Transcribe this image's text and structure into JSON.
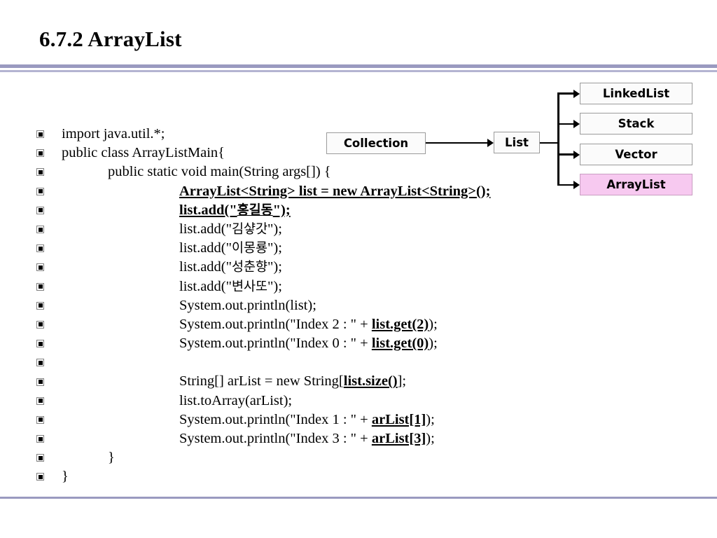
{
  "slide": {
    "title": "6.7.2 ArrayList"
  },
  "code": {
    "lines": [
      {
        "indent": 0,
        "segments": [
          {
            "text": "import java.util.*;",
            "style": "plain"
          }
        ]
      },
      {
        "indent": 0,
        "segments": [
          {
            "text": "public class ArrayListMain{",
            "style": "plain"
          }
        ]
      },
      {
        "indent": 1,
        "segments": [
          {
            "text": "public static void main(String args[]) {",
            "style": "plain"
          }
        ]
      },
      {
        "indent": 2,
        "segments": [
          {
            "text": "ArrayList<String> list = new ArrayList<String>();",
            "style": "highlight"
          }
        ]
      },
      {
        "indent": 2,
        "segments": [
          {
            "text": "list.add(\"",
            "style": "highlight"
          },
          {
            "text": "홍길동",
            "style": "highlight-korean"
          },
          {
            "text": "\");",
            "style": "highlight"
          }
        ]
      },
      {
        "indent": 2,
        "segments": [
          {
            "text": "list.add(\"",
            "style": "plain"
          },
          {
            "text": "김샿갓",
            "style": "korean"
          },
          {
            "text": "\");",
            "style": "plain"
          }
        ]
      },
      {
        "indent": 2,
        "segments": [
          {
            "text": "list.add(\"",
            "style": "plain"
          },
          {
            "text": "이몽룡",
            "style": "korean"
          },
          {
            "text": "\");",
            "style": "plain"
          }
        ]
      },
      {
        "indent": 2,
        "segments": [
          {
            "text": "list.add(\"",
            "style": "plain"
          },
          {
            "text": "성춘향",
            "style": "korean"
          },
          {
            "text": "\");",
            "style": "plain"
          }
        ]
      },
      {
        "indent": 2,
        "segments": [
          {
            "text": "list.add(\"",
            "style": "plain"
          },
          {
            "text": "변사또",
            "style": "korean"
          },
          {
            "text": "\");",
            "style": "plain"
          }
        ]
      },
      {
        "indent": 2,
        "segments": [
          {
            "text": "System.out.println(list);",
            "style": "plain"
          }
        ]
      },
      {
        "indent": 2,
        "segments": [
          {
            "text": "System.out.println(\"Index 2 : \" + ",
            "style": "plain"
          },
          {
            "text": "list.get(2)",
            "style": "highlight"
          },
          {
            "text": ");",
            "style": "plain"
          }
        ]
      },
      {
        "indent": 2,
        "segments": [
          {
            "text": "System.out.println(\"Index 0 : \" + ",
            "style": "plain"
          },
          {
            "text": "list.get(0)",
            "style": "highlight"
          },
          {
            "text": ");",
            "style": "plain"
          }
        ]
      },
      {
        "indent": 2,
        "segments": [
          {
            "text": "",
            "style": "plain"
          }
        ]
      },
      {
        "indent": 2,
        "segments": [
          {
            "text": "String[] arList = new String[",
            "style": "plain"
          },
          {
            "text": "list.size()",
            "style": "highlight"
          },
          {
            "text": "];",
            "style": "plain"
          }
        ]
      },
      {
        "indent": 2,
        "segments": [
          {
            "text": "list.toArray(arList);",
            "style": "plain"
          }
        ]
      },
      {
        "indent": 2,
        "segments": [
          {
            "text": "System.out.println(\"Index 1 : \" + ",
            "style": "plain"
          },
          {
            "text": "arList[1]",
            "style": "highlight"
          },
          {
            "text": ");",
            "style": "plain"
          }
        ]
      },
      {
        "indent": 2,
        "segments": [
          {
            "text": "System.out.println(\"Index 3 : \" + ",
            "style": "plain"
          },
          {
            "text": "arList[3]",
            "style": "highlight"
          },
          {
            "text": ");",
            "style": "plain"
          }
        ]
      },
      {
        "indent": 1,
        "segments": [
          {
            "text": "}",
            "style": "plain"
          }
        ]
      },
      {
        "indent": 0,
        "segments": [
          {
            "text": "}",
            "style": "plain"
          }
        ]
      }
    ]
  },
  "diagram": {
    "nodes": {
      "collection": "Collection",
      "list": "List",
      "linkedlist": "LinkedList",
      "stack": "Stack",
      "vector": "Vector",
      "arraylist": "ArrayList"
    },
    "highlight_color": "#f7c9f0",
    "border_color": "#9b9b9b"
  },
  "theme": {
    "rule_color": "#9a9ac0",
    "rule_color_light": "#b4b4d2",
    "background": "#ffffff"
  }
}
